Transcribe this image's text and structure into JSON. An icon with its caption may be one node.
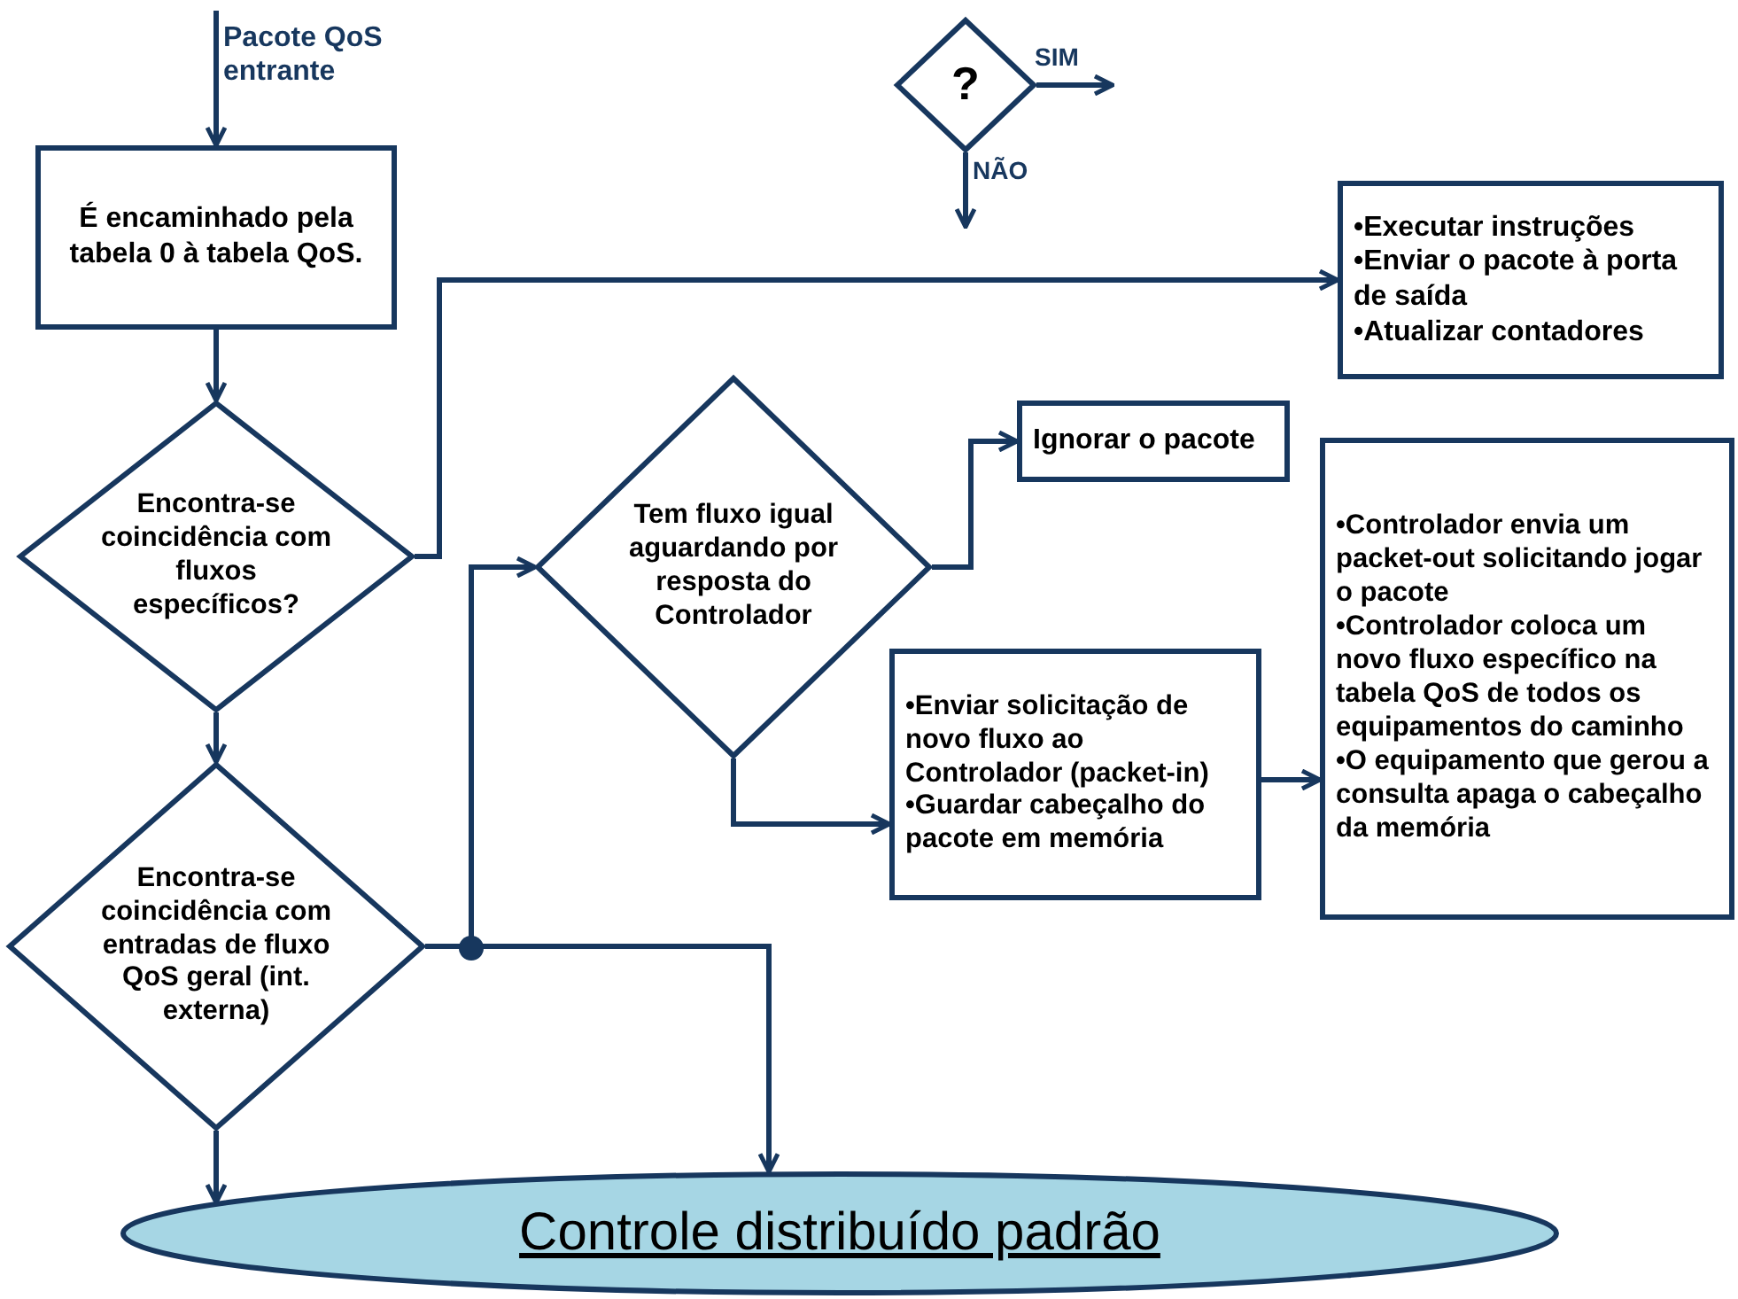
{
  "diagram": {
    "nodes": [
      {
        "text": [
          "É encaminhado pela tabela 0 à tabela QoS."
        ]
      },
      {
        "text": [
          "Encontra-se coincidência com fluxos específicos?"
        ]
      },
      {
        "text": [
          "Encontra-se coincidência com entradas de fluxo QoS geral (int. externa)"
        ]
      },
      {
        "text": [
          "•Executar instruções",
          "•Enviar o pacote à porta de saída",
          "•Atualizar contadores"
        ]
      },
      {
        "text": [
          "Tem fluxo igual aguardando por resposta do Controlador"
        ]
      },
      {
        "text": [
          "Ignorar o pacote"
        ]
      },
      {
        "text": [
          "•Enviar solicitação de novo fluxo ao Controlador (packet-in)",
          "•Guardar cabeçalho do pacote em memória"
        ]
      },
      {
        "text": [
          "•Controlador envia um packet-out  solicitando jogar o pacote",
          "•Controlador coloca um novo fluxo específico na tabela QoS de todos os equipamentos  do caminho",
          "•O equipamento que gerou a consulta apaga o cabeçalho da memória"
        ]
      },
      {
        "text": [
          "Controle distribuído padrão"
        ]
      },
      {
        "text": [
          "?"
        ]
      }
    ],
    "edges": [
      {
        "from": null,
        "to": 0,
        "arrow": "to",
        "label": "Pacote  QoS entrante"
      },
      {
        "from": 0,
        "to": 1,
        "arrow": "to"
      },
      {
        "from": 1,
        "to": 3,
        "arrow": "to"
      },
      {
        "from": 1,
        "to": 2,
        "arrow": "to"
      },
      {
        "from": 2,
        "to": 4,
        "arrow": "to"
      },
      {
        "from": 2,
        "to": 8,
        "arrow": "to"
      },
      {
        "from": 2,
        "to": 8,
        "arrow": "to"
      },
      {
        "from": 4,
        "to": 5,
        "arrow": "to"
      },
      {
        "from": 4,
        "to": 6,
        "arrow": "to"
      },
      {
        "from": 6,
        "to": 7,
        "arrow": "to"
      },
      {
        "from": 9,
        "to": null,
        "arrow": "to",
        "label": "SIM"
      },
      {
        "from": 9,
        "to": null,
        "arrow": "to",
        "label": "NÃO"
      }
    ]
  }
}
